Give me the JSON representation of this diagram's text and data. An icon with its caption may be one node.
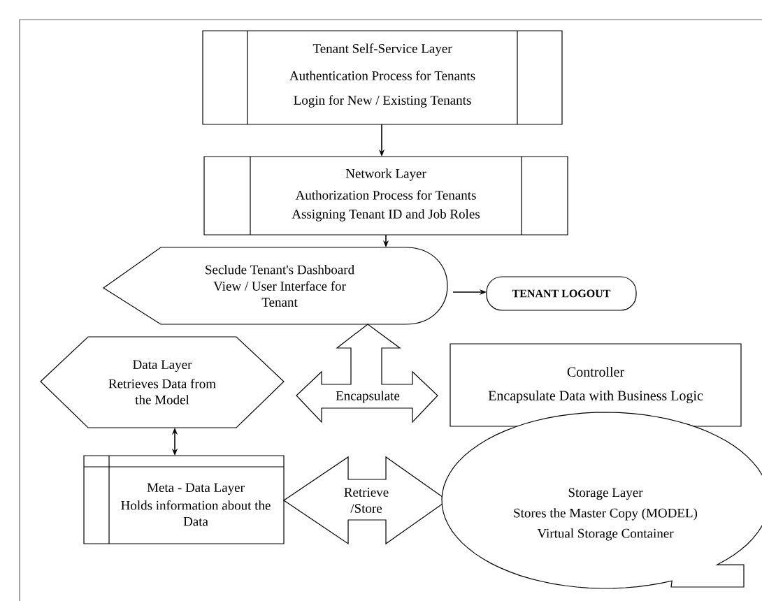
{
  "diagram": {
    "nodes": [
      {
        "text": [
          "Tenant Self-Service Layer",
          "Authentication Process for Tenants",
          "Login for New / Existing Tenants"
        ]
      },
      {
        "text": [
          "Network Layer",
          "Authorization Process for Tenants",
          "Assigning Tenant ID and Job Roles"
        ]
      },
      {
        "text": [
          "Seclude Tenant's Dashboard",
          "View / User Interface for Tenant"
        ]
      },
      {
        "text": [
          "TENANT LOGOUT"
        ]
      },
      {
        "text": [
          "Data Layer",
          "Retrieves Data from the Model"
        ]
      },
      {
        "text": [
          "Encapsulate"
        ]
      },
      {
        "text": [
          "Controller",
          "Encapsulate Data with Business Logic"
        ]
      },
      {
        "text": [
          "Meta - Data Layer",
          "Holds information about the Data"
        ]
      },
      {
        "text": [
          "Retrieve /Store"
        ]
      },
      {
        "text": [
          "Storage Layer",
          "Stores the Master Copy (MODEL)",
          "Virtual Storage Container"
        ]
      }
    ],
    "edges": [
      {
        "from": 0,
        "to": 1,
        "arrow": "to"
      },
      {
        "from": 1,
        "to": 2,
        "arrow": "to"
      },
      {
        "from": 2,
        "to": 3,
        "arrow": "to"
      },
      {
        "from": 4,
        "to": 7,
        "arrow": "both"
      }
    ]
  }
}
